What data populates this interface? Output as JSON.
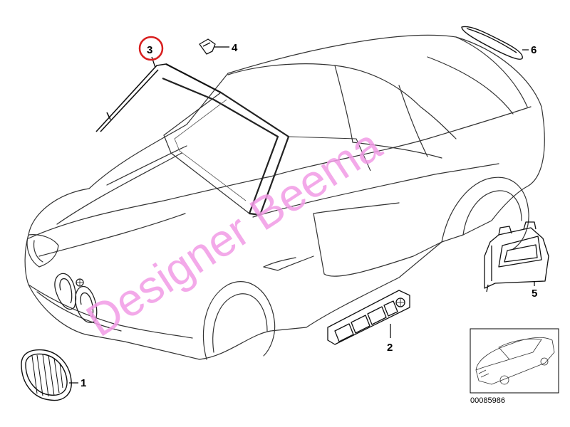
{
  "diagram": {
    "callouts": [
      {
        "id": "1",
        "text": "1"
      },
      {
        "id": "2",
        "text": "2"
      },
      {
        "id": "3",
        "text": "3",
        "highlighted": true
      },
      {
        "id": "4",
        "text": "4"
      },
      {
        "id": "5",
        "text": "5"
      },
      {
        "id": "6",
        "text": "6"
      }
    ],
    "highlight_color": "#d81e1e",
    "watermark": {
      "text": "Designer Beema",
      "color": "#f29be6"
    },
    "inset": {
      "reference_number": "00085986"
    }
  }
}
